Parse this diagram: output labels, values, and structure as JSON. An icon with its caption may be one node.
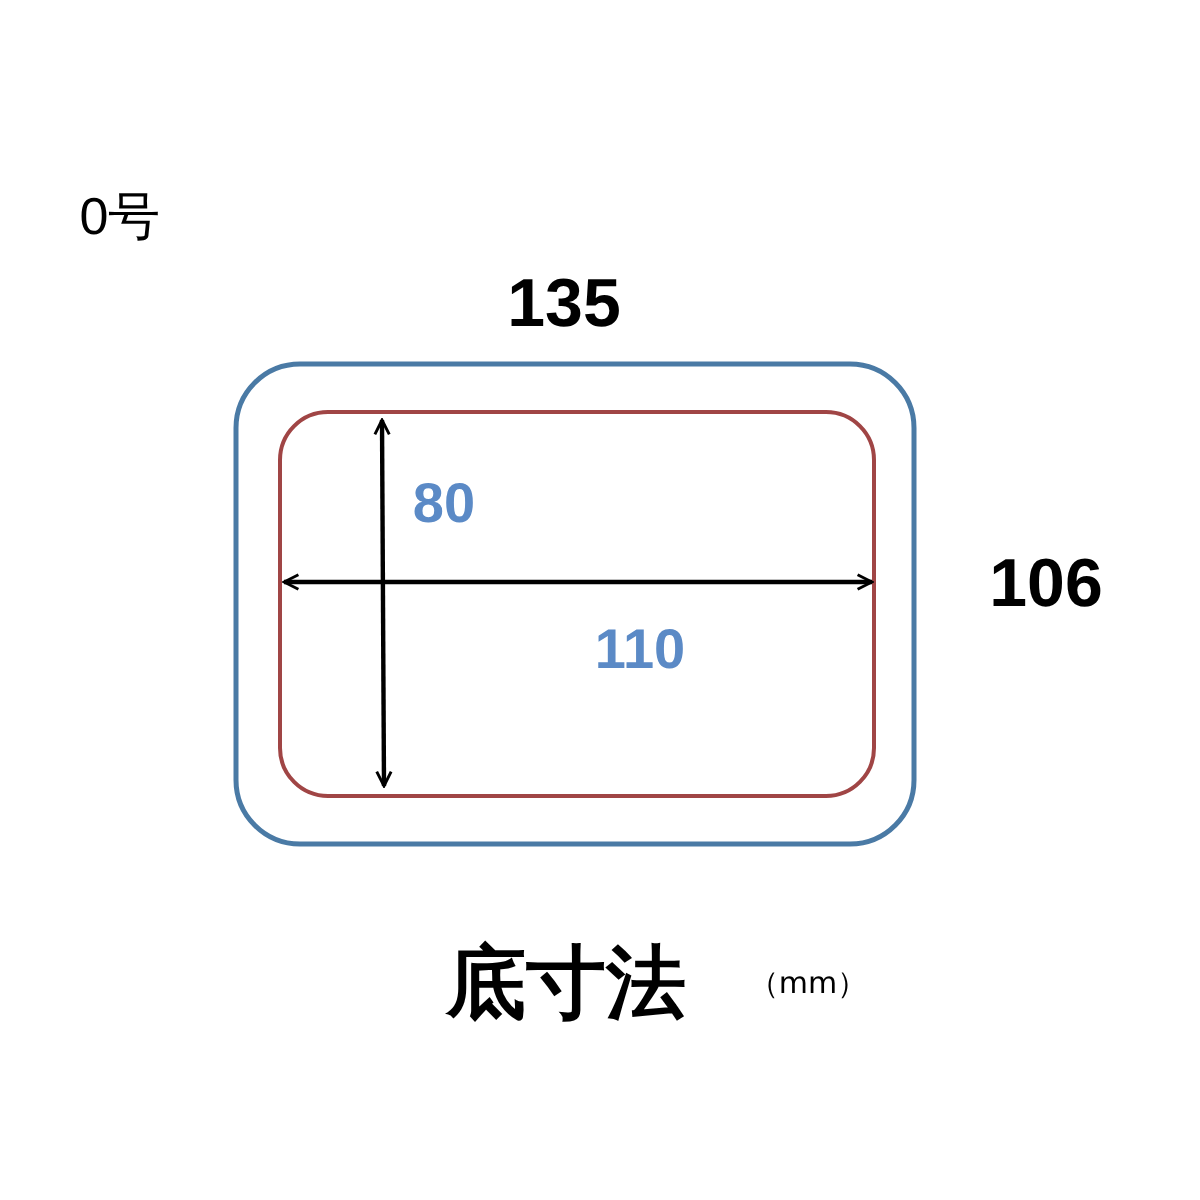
{
  "diagram": {
    "labels": [
      "0号",
      "135",
      "80",
      "106",
      "110",
      "底寸法",
      "（mm）"
    ]
  }
}
